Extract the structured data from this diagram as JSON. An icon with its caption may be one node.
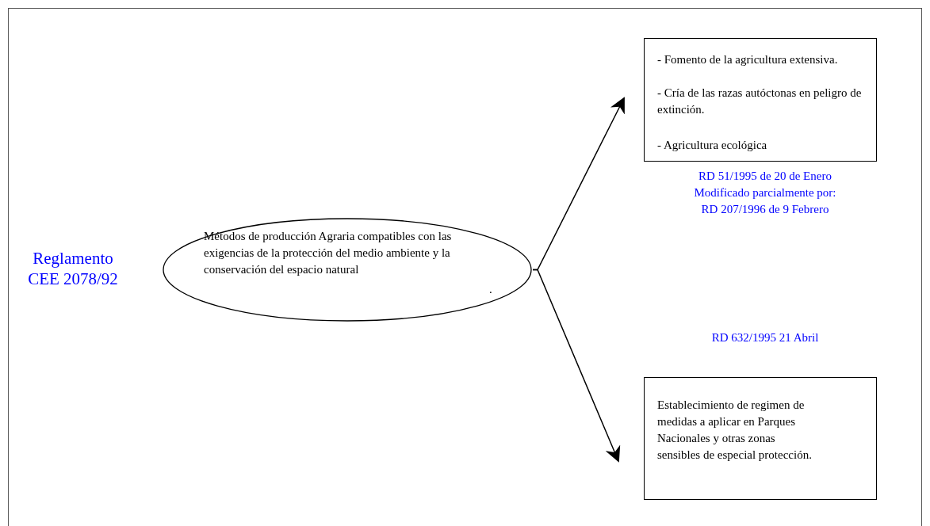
{
  "diagram": {
    "nodes": [
      {
        "text": [
          "Métodos de producción Agraria compatibles con las exigencias de la protección del medio ambiente y la conservación del espacio natural",
          "."
        ]
      },
      {
        "text": [
          "- Fomento de la agricultura extensiva.",
          "- Cría de las razas autóctonas en peligro de extinción.",
          "- Agricultura ecológica"
        ],
        "beside": [
          "RD 51/1995 de 20 de Enero Modificado parcialmente por: RD 207/1996 de 9 Febrero"
        ]
      },
      {
        "text": [
          "Establecimiento de regimen de medidas a aplicar en Parques Nacionales y otras zonas sensibles de especial protección."
        ],
        "beside": [
          "RD 632/1995 21 Abril"
        ]
      }
    ],
    "edges": [
      {
        "from": 0,
        "to": 1,
        "arrow": "to"
      },
      {
        "from": 0,
        "to": 2,
        "arrow": "to"
      }
    ],
    "labels": [
      "Reglamento CEE 2078/92"
    ]
  }
}
